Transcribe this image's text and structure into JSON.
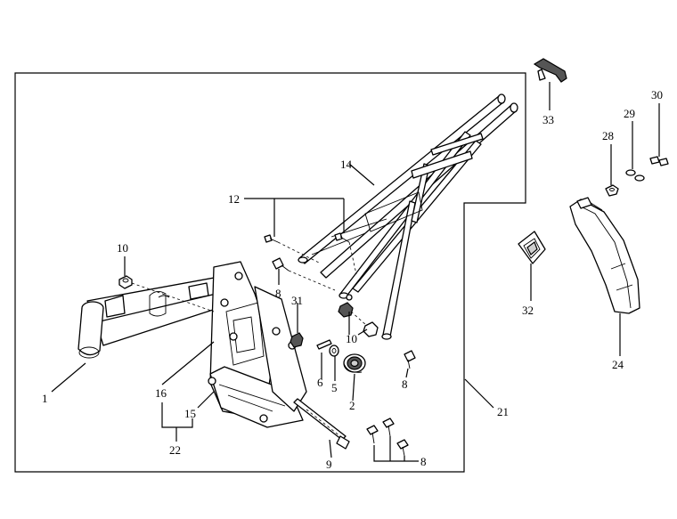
{
  "callouts": {
    "c1": "1",
    "c2": "2",
    "c5": "5",
    "c6": "6",
    "c8a": "8",
    "c8b": "8",
    "c8c": "8",
    "c9": "9",
    "c10a": "10",
    "c10b": "10",
    "c12": "12",
    "c14": "14",
    "c15": "15",
    "c16": "16",
    "c21": "21",
    "c22": "22",
    "c24": "24",
    "c28": "28",
    "c29": "29",
    "c30": "30",
    "c31": "31",
    "c32": "32",
    "c33": "33"
  }
}
